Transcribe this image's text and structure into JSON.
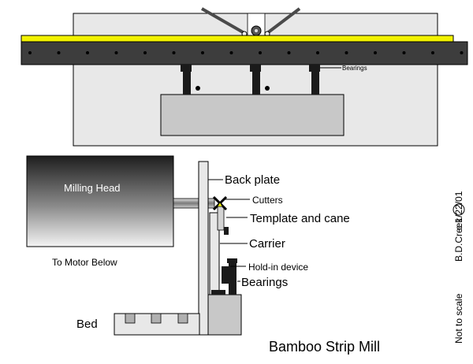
{
  "labels": {
    "bearings_top": "Bearings",
    "milling_head": "Milling Head",
    "back_plate": "Back plate",
    "cutters": "Cutters",
    "template_cane": "Template and cane",
    "carrier": "Carrier",
    "hold_in": "Hold-in device",
    "bearings_side": "Bearings",
    "to_motor": "To Motor Below",
    "bed": "Bed",
    "title": "Bamboo Strip Mill",
    "date": "c 1/22/01",
    "author": "B.D.Creek",
    "scale_note": "Not to scale"
  },
  "colors": {
    "rail": "#3d3d3d",
    "yellow_strip": "#f2f200",
    "light_gray": "#e8e8e8",
    "medium_gray": "#c8c8c8",
    "black": "#000000"
  }
}
